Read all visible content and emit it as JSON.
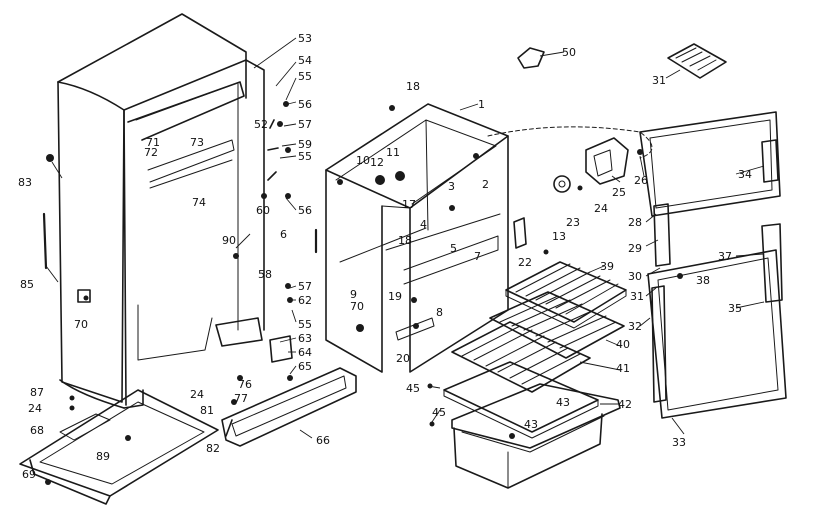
{
  "diagram": {
    "labels": {
      "l1": "1",
      "l2": "2",
      "l3": "3",
      "l4": "4",
      "l5": "5",
      "l6": "6",
      "l7": "7",
      "l8": "8",
      "l9": "9",
      "l10": "10",
      "l11": "11",
      "l12": "12",
      "l13": "13",
      "l17": "17",
      "l18a": "18",
      "l18b": "18",
      "l19": "19",
      "l20": "20",
      "l22": "22",
      "l23": "23",
      "l24a": "24",
      "l24b": "24",
      "l24c": "24",
      "l25": "25",
      "l26": "26",
      "l28": "28",
      "l29": "29",
      "l30": "30",
      "l31a": "31",
      "l31b": "31",
      "l32": "32",
      "l33": "33",
      "l34": "34",
      "l35": "35",
      "l37": "37",
      "l38": "38",
      "l39": "39",
      "l40": "40",
      "l41": "41",
      "l42": "42",
      "l43a": "43",
      "l43b": "43",
      "l45a": "45",
      "l45b": "45",
      "l50": "50",
      "l52": "52",
      "l53": "53",
      "l54": "54",
      "l55a": "55",
      "l55b": "55",
      "l55c": "55",
      "l56a": "56",
      "l56b": "56",
      "l57a": "57",
      "l57b": "57",
      "l58": "58",
      "l59": "59",
      "l60": "60",
      "l62": "62",
      "l63": "63",
      "l64": "64",
      "l65": "65",
      "l66": "66",
      "l68": "68",
      "l69": "69",
      "l70a": "70",
      "l70b": "70",
      "l71": "71",
      "l72": "72",
      "l73": "73",
      "l74": "74",
      "l76": "76",
      "l77": "77",
      "l81": "81",
      "l82": "82",
      "l83": "83",
      "l85": "85",
      "l87": "87",
      "l89": "89",
      "l90": "90"
    }
  }
}
